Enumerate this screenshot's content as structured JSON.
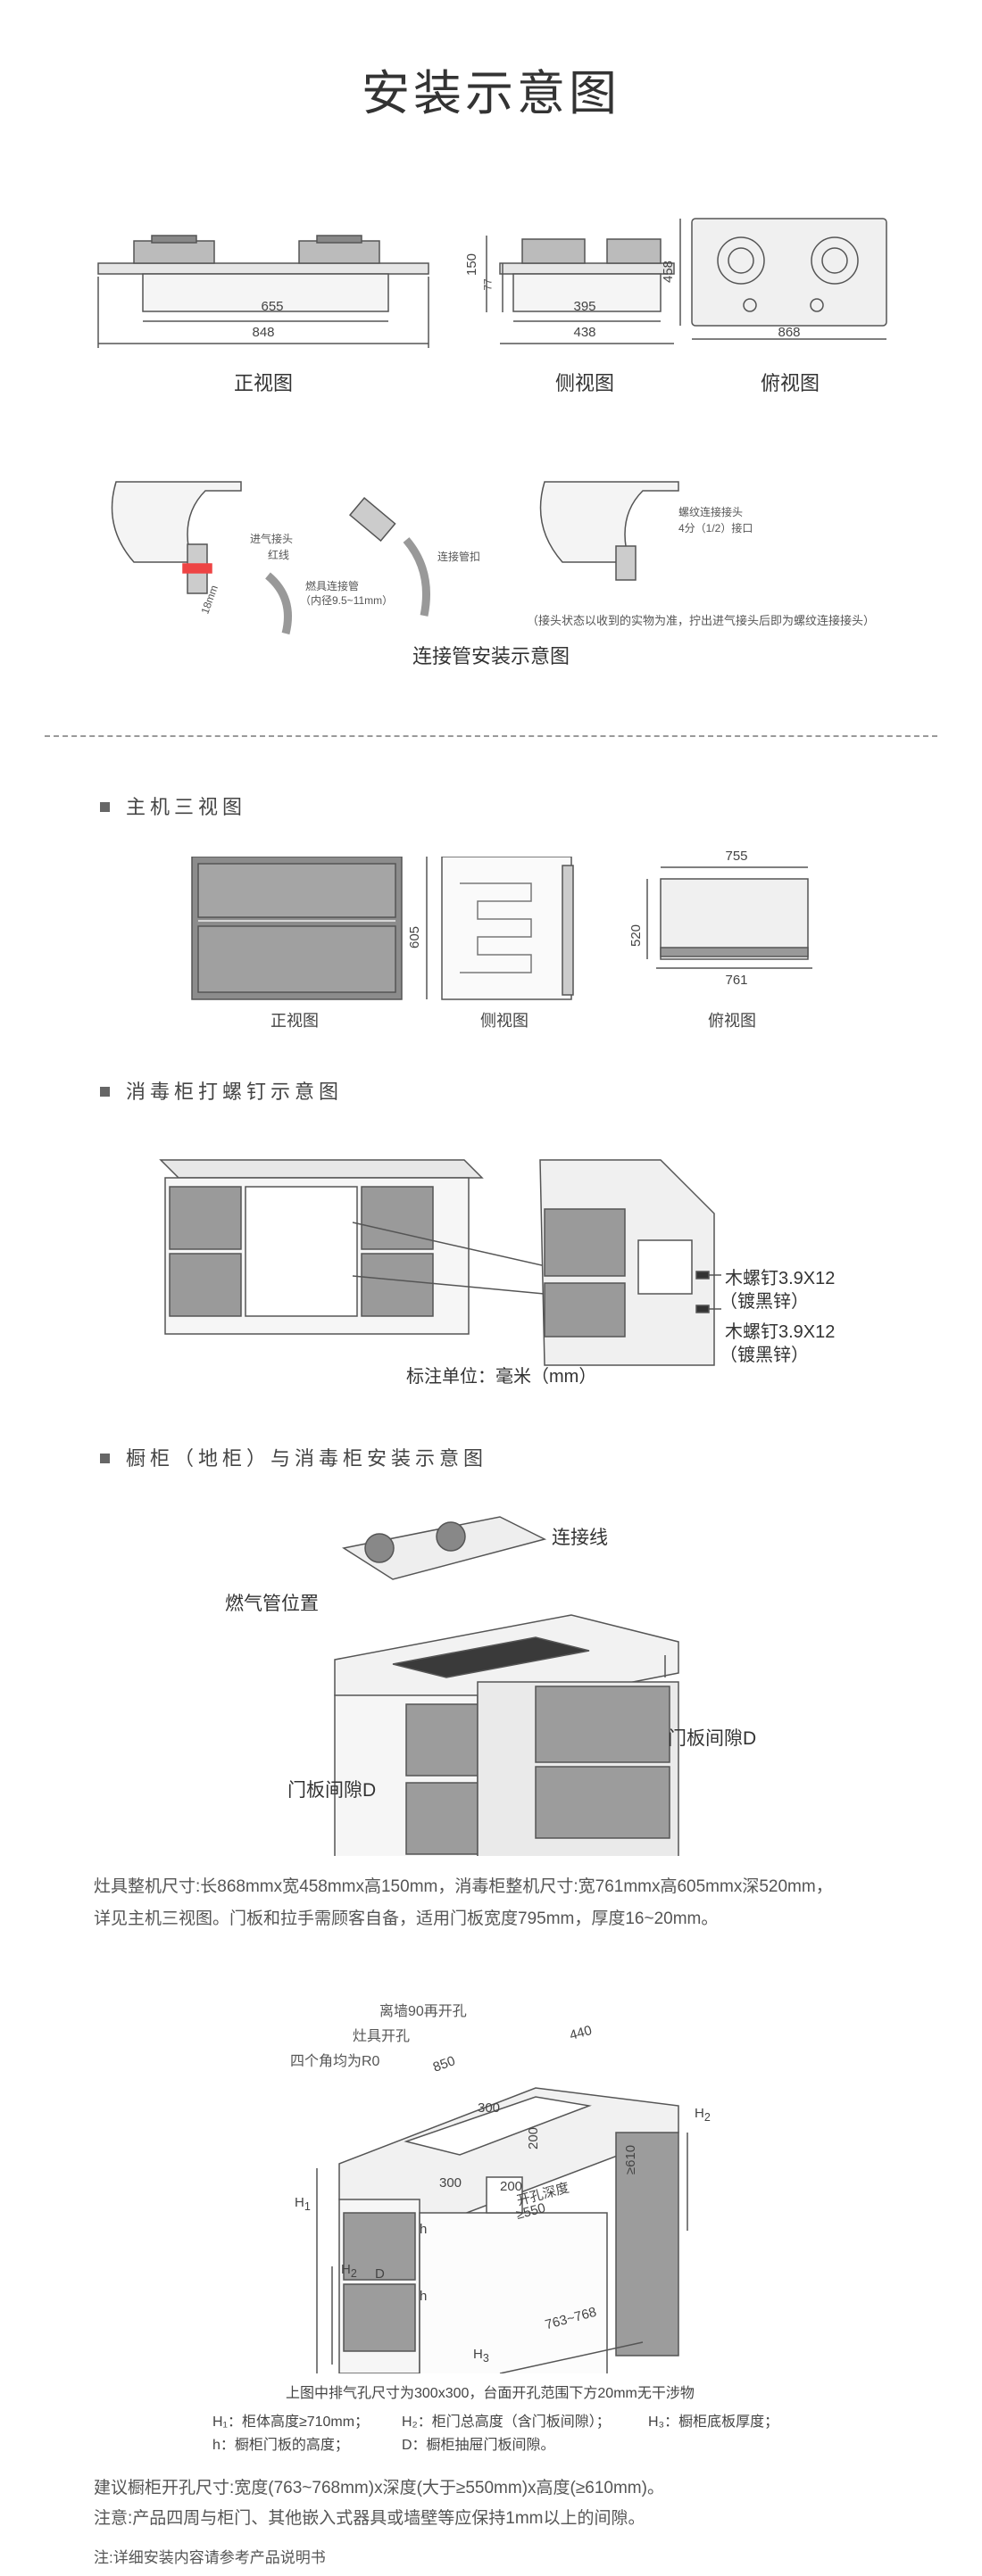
{
  "title": "安装示意图",
  "front_view": {
    "dim_inner": "655",
    "dim_outer": "848",
    "caption": "正视图"
  },
  "side_view": {
    "dim_height": "150",
    "dim_small": "77",
    "dim_inner": "395",
    "dim_outer": "438",
    "caption": "侧视图"
  },
  "top_view": {
    "dim_depth": "458",
    "dim_width": "868",
    "caption": "俯视图"
  },
  "connector": {
    "label_inlet": "进气接头",
    "label_ring": "红线",
    "label_hose": "燃具连接管",
    "label_hose_spec": "（内径9.5~11mm）",
    "label_clamp": "连接管扣",
    "label_length": "18mm",
    "label_thread": "螺纹连接接头",
    "label_thread_spec": "4分（1/2）接口",
    "note": "（接头状态以收到的实物为准，拧出进气接头后即为螺纹连接接头）",
    "caption": "连接管安装示意图"
  },
  "host_section": {
    "heading": "主机三视图",
    "front_caption": "正视图",
    "side_caption": "侧视图",
    "top_caption": "俯视图",
    "dim_height": "605",
    "dim_depth": "520",
    "dim_top": "755",
    "dim_bottom": "761"
  },
  "screw_section": {
    "heading": "消毒柜打螺钉示意图",
    "screw_label_1": "木螺钉3.9X12",
    "screw_sub_1": "（镀黑锌）",
    "screw_label_2": "木螺钉3.9X12",
    "screw_sub_2": "（镀黑锌）",
    "unit_note": "标注单位：毫米（mm）"
  },
  "cabinet_section": {
    "heading": "橱柜（地柜）与消毒柜安装示意图",
    "label_wire": "连接线",
    "label_gas": "燃气管位置",
    "label_gap_right": "门板间隙D",
    "label_gap_left": "门板间隙D",
    "para_line1": "灶具整机尺寸:长868mmx宽458mmx高150mm，消毒柜整机尺寸:宽761mmx高605mmx深520mm，",
    "para_line2": "详见主机三视图。门板和拉手需顾客自备，适用门板宽度795mm，厚度16~20mm。"
  },
  "cutout": {
    "label_vent": "离墙90再开孔",
    "label_hob": "灶具开孔",
    "label_corner": "四个角均为R0",
    "dim_850": "850",
    "dim_440": "440",
    "dim_300a": "300",
    "dim_200a": "200",
    "dim_300b": "300",
    "dim_200b": "200",
    "dim_610": "≥610",
    "dim_width": "763~768",
    "dim_depth_label": "开孔深度",
    "dim_depth": "≥550",
    "label_h1": "H",
    "sub_h1": "1",
    "label_h2": "H",
    "sub_h2": "2",
    "label_h2b": "H",
    "sub_h2b": "2",
    "label_h3": "H",
    "sub_h3": "3",
    "label_h": "h",
    "label_h_b": "h",
    "label_d": "D",
    "note_vent": "上图中排气孔尺寸为300x300，台面开孔范围下方20mm无干涉物",
    "legend_1": "H₁：柜体高度≥710mm；",
    "legend_2": "H₂：柜门总高度（含门板间隙）；",
    "legend_3": "H₃：橱柜底板厚度；",
    "legend_4": "h：橱柜门板的高度；",
    "legend_5": "D：橱柜抽屉门板间隙。"
  },
  "footer": {
    "suggest": "建议橱柜开孔尺寸:宽度(763~768mm)x深度(大于≥550mm)x高度(≥610mm)。",
    "caution": "注意:产品四周与柜门、其他嵌入式器具或墙壁等应保持1mm以上的间隙。",
    "manual": "注:详细安装内容请参考产品说明书"
  }
}
